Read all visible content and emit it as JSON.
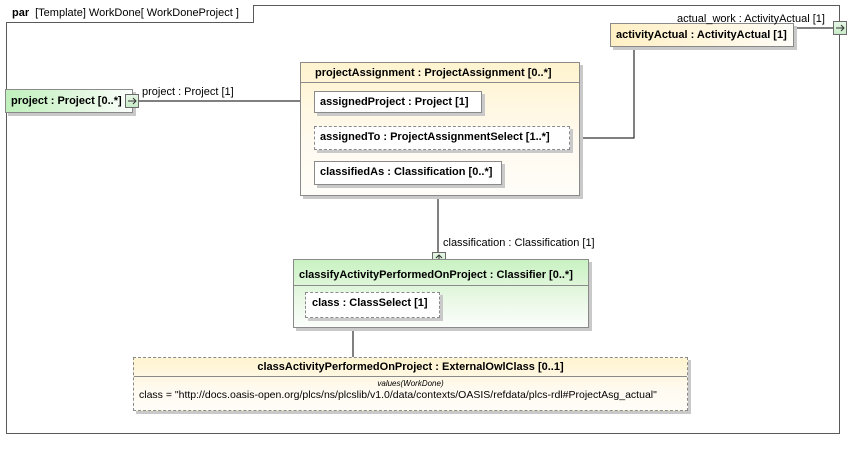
{
  "frame": {
    "keyword": "par",
    "title": "[Template] WorkDone[ WorkDoneProject ]"
  },
  "project_part": {
    "label": "project : Project [0..*]"
  },
  "project_connector_label": "project : Project [1]",
  "activity_part": {
    "label": "activityActual : ActivityActual [1]"
  },
  "actual_work_port_label": "actual_work : ActivityActual [1]",
  "project_assignment": {
    "title": "projectAssignment : ProjectAssignment [0..*]",
    "properties": [
      {
        "label": "assignedProject : Project [1]"
      },
      {
        "label": "assignedTo : ProjectAssignmentSelect [1..*]"
      },
      {
        "label": "classifiedAs : Classification [0..*]"
      }
    ]
  },
  "classification_connector_label": "classification : Classification [1]",
  "classifier": {
    "title": "classifyActivityPerformedOnProject : Classifier [0..*]",
    "properties": [
      {
        "label": "class : ClassSelect [1]"
      }
    ]
  },
  "external_class": {
    "title": "classActivityPerformedOnProject : ExternalOwlClass [0..1]",
    "values_header": "values",
    "values_context": "(WorkDone)",
    "value": "class = \"http://docs.oasis-open.org/plcs/ns/plcslib/v1.0/data/contexts/OASIS/refdata/plcs-rdl#ProjectAsg_actual\""
  }
}
